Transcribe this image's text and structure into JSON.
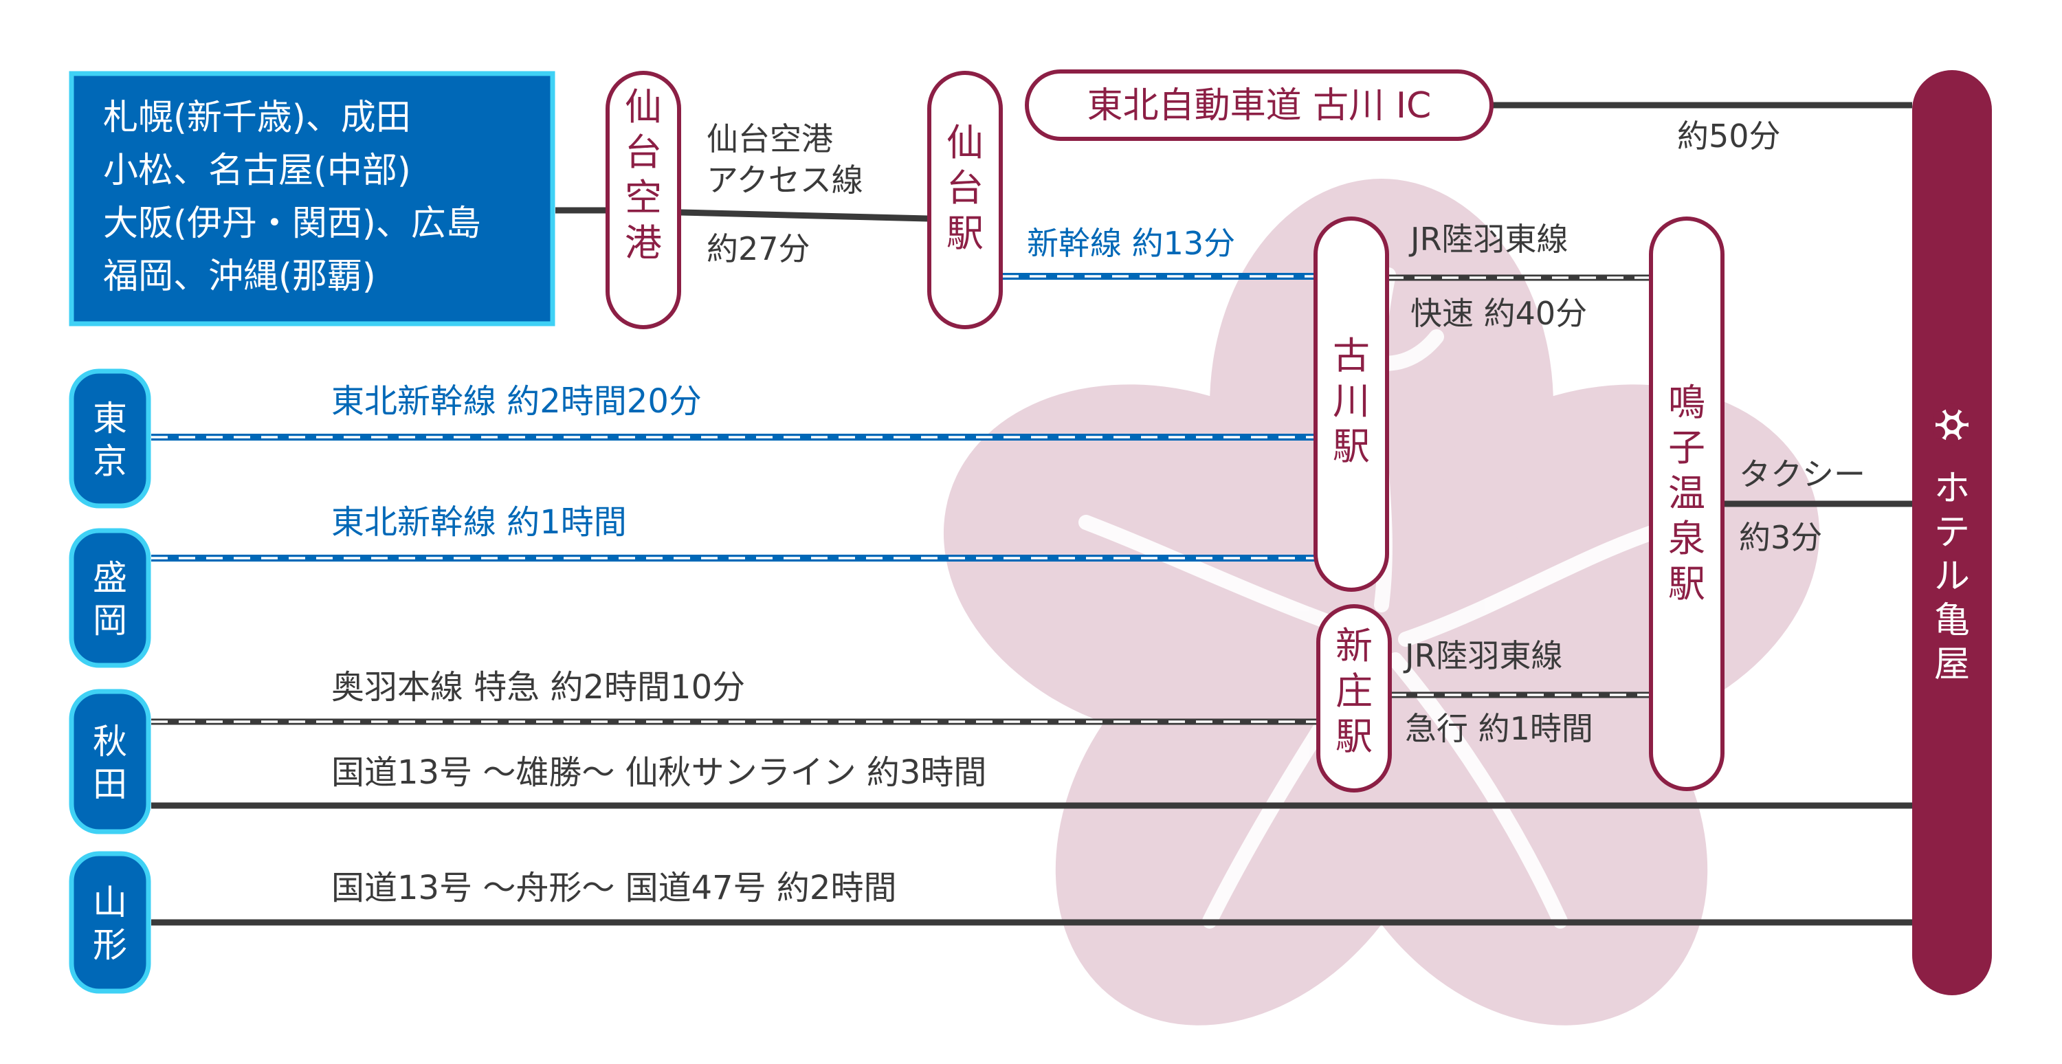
{
  "colors": {
    "wine": "#8c1f45",
    "blue": "#0068b7",
    "cyan_border": "#3fd1f5",
    "line_dark": "#3a3a3a",
    "dash_white": "#ffffff",
    "flower_bg": "#e9d3dc",
    "text_dark": "#3a3a3a"
  },
  "airports_box": {
    "lines": [
      "札幌(新千歳)、成田",
      "小松、名古屋(中部)",
      "大阪(伊丹・関西)、広島",
      "福岡、沖縄(那覇)"
    ]
  },
  "stations": {
    "sendai_airport": "仙台空港",
    "sendai_station": "仙台駅",
    "furukawa_station": "古川駅",
    "shinjo_station": "新庄駅",
    "naruko_station": "鳴子温泉駅",
    "tohoku_expressway_ic": "東北自動車道 古川 IC"
  },
  "hotel": {
    "name": "ホテル亀屋",
    "logo_icon": "kameya-crest-icon"
  },
  "origins": {
    "tokyo": "東京",
    "morioka": "盛岡",
    "akita": "秋田",
    "yamagata": "山形"
  },
  "routes": {
    "access_line": {
      "name_line1": "仙台空港",
      "name_line2": "アクセス線",
      "time": "約27分"
    },
    "shinkansen_sendai": "新幹線 約13分",
    "expressway_time": "約50分",
    "rikuu_rapid": {
      "name": "JR陸羽東線",
      "time": "快速 約40分"
    },
    "rikuu_express": {
      "name": "JR陸羽東線",
      "time": "急行 約1時間"
    },
    "taxi": {
      "name": "タクシー",
      "time": "約3分"
    },
    "tokyo_route": "東北新幹線 約2時間20分",
    "morioka_route": "東北新幹線 約1時間",
    "akita_rail": "奥羽本線 特急 約2時間10分",
    "akita_road": "国道13号 ～雄勝～ 仙秋サンライン 約3時間",
    "yamagata_road": "国道13号 ～舟形～ 国道47号 約2時間"
  }
}
